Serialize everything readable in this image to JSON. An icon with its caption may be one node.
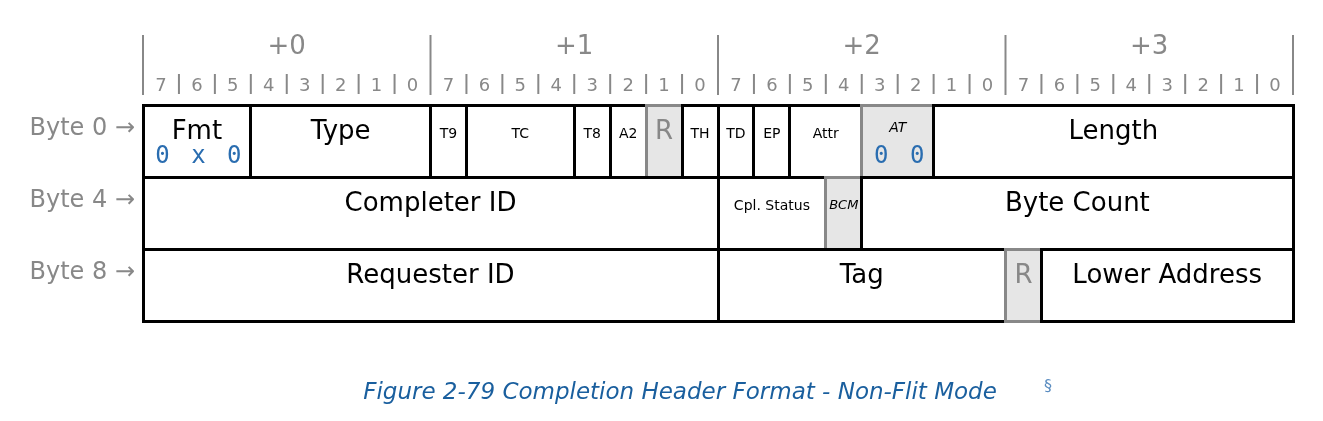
{
  "diagram": {
    "caption": "Figure 2-79 Completion Header Format - Non-Flit Mode",
    "nodes": [
      {
        "text": [
          "Fmt",
          "0",
          "x",
          "0"
        ]
      },
      {
        "text": [
          "Type"
        ]
      },
      {
        "text": [
          "T9"
        ]
      },
      {
        "text": [
          "TC"
        ]
      },
      {
        "text": [
          "T8"
        ]
      },
      {
        "text": [
          "A2"
        ]
      },
      {
        "text": [
          "R"
        ]
      },
      {
        "text": [
          "TH"
        ]
      },
      {
        "text": [
          "TD"
        ]
      },
      {
        "text": [
          "EP"
        ]
      },
      {
        "text": [
          "Attr"
        ]
      },
      {
        "text": [
          "AT",
          "0",
          "0"
        ]
      },
      {
        "text": [
          "Length"
        ]
      },
      {
        "text": [
          "Completer ID"
        ]
      },
      {
        "text": [
          "Cpl. Status"
        ]
      },
      {
        "text": [
          "BCM"
        ]
      },
      {
        "text": [
          "Byte Count"
        ]
      },
      {
        "text": [
          "Requester ID"
        ]
      },
      {
        "text": [
          "Tag"
        ]
      },
      {
        "text": [
          "R"
        ]
      },
      {
        "text": [
          "Lower Address"
        ]
      }
    ],
    "edges": [],
    "labels": [
      "+0",
      "+1",
      "+2",
      "+3",
      "7",
      "6",
      "5",
      "4",
      "3",
      "2",
      "1",
      "0",
      "7",
      "6",
      "5",
      "4",
      "3",
      "2",
      "1",
      "0",
      "7",
      "6",
      "5",
      "4",
      "3",
      "2",
      "1",
      "0",
      "7",
      "6",
      "5",
      "4",
      "3",
      "2",
      "1",
      "0",
      "Byte 0 →",
      "Byte 4 →",
      "Byte 8 →",
      "§"
    ]
  }
}
